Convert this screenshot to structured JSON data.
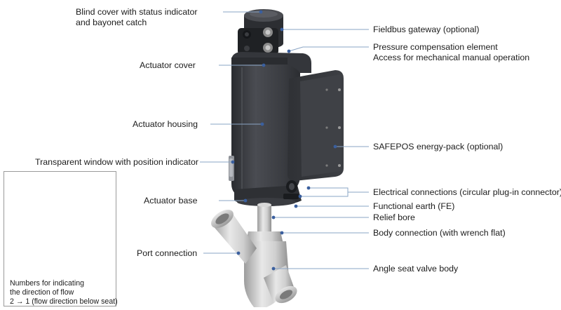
{
  "labels": {
    "blind_cover": [
      "Blind cover with status indicator",
      "and bayonet catch"
    ],
    "actuator_cover": "Actuator cover",
    "actuator_housing": "Actuator housing",
    "transparent_window": "Transparent window with position indicator",
    "actuator_base": "Actuator base",
    "port_connection": "Port connection",
    "fieldbus_gateway": "Fieldbus gateway (optional)",
    "pressure_compensation": [
      "Pressure compensation element",
      "Access for mechanical manual operation"
    ],
    "safepos": "SAFEPOS energy-pack (optional)",
    "electrical_connections": "Electrical connections (circular plug-in connector)",
    "functional_earth": "Functional earth (FE)",
    "relief_bore": "Relief bore",
    "body_connection": "Body connection (with wrench flat)",
    "angle_seat_body": "Angle seat valve body"
  },
  "inset": {
    "caption": [
      "Numbers for indicating",
      "the direction of flow",
      "2 → 1 (flow direction below seat)"
    ]
  },
  "colors": {
    "leader_line": "#8aa4c4",
    "pointer_dot": "#3a5f9e",
    "housing": "#3b3d42",
    "housing_dark": "#26282c",
    "steel": "#c9c9c9"
  }
}
